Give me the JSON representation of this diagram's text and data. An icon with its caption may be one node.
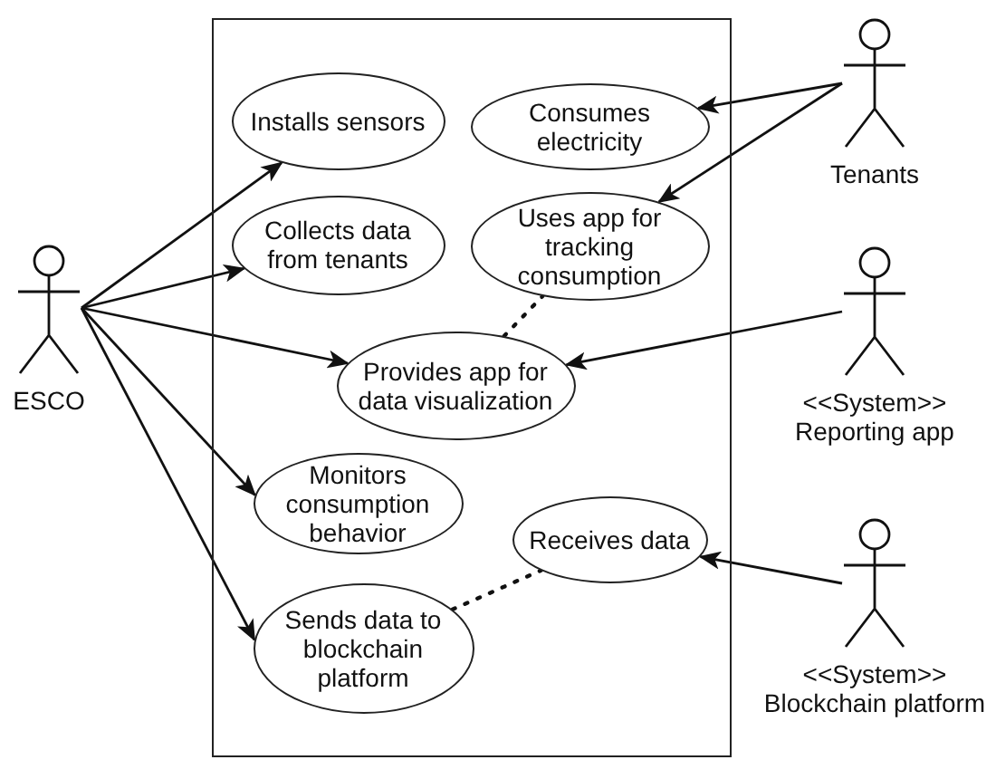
{
  "diagram": {
    "nodes": [
      {
        "text": [],
        "shape": "box"
      },
      {
        "text": [
          "ESCO"
        ]
      },
      {
        "text": [
          "Installs sensors"
        ],
        "in": 0
      },
      {
        "text": [
          "Consumes electricity"
        ],
        "in": 0
      },
      {
        "text": [
          "Tenants"
        ]
      },
      {
        "text": [
          "Collects data from tenants"
        ],
        "in": 0
      },
      {
        "text": [
          "Uses app for tracking consumption"
        ],
        "in": 0
      },
      {
        "text": [
          "Provides app for data visualization"
        ],
        "in": 0
      },
      {
        "text": [
          "<<System>>",
          "Reporting app"
        ]
      },
      {
        "text": [
          "Monitors consumption behavior"
        ],
        "in": 0
      },
      {
        "text": [
          "Receives data"
        ],
        "in": 0
      },
      {
        "text": [
          "Sends data to blockchain platform"
        ],
        "in": 0
      },
      {
        "text": [
          "<<System>>",
          "Blockchain platform"
        ]
      }
    ],
    "edges": [
      {
        "from": 1,
        "to": 2,
        "arrow": "to"
      },
      {
        "from": 1,
        "to": 5,
        "arrow": "to"
      },
      {
        "from": 1,
        "to": 7,
        "arrow": "to"
      },
      {
        "from": 1,
        "to": 9,
        "arrow": "to"
      },
      {
        "from": 1,
        "to": 11,
        "arrow": "to"
      },
      {
        "from": 4,
        "to": 3,
        "arrow": "to"
      },
      {
        "from": 4,
        "to": 6,
        "arrow": "to"
      },
      {
        "from": 8,
        "to": 7,
        "arrow": "to"
      },
      {
        "from": 12,
        "to": 10,
        "arrow": "to"
      },
      {
        "from": 7,
        "to": 6,
        "arrow": "none",
        "style": "dashed"
      },
      {
        "from": 11,
        "to": 10,
        "arrow": "none",
        "style": "dashed"
      }
    ]
  }
}
